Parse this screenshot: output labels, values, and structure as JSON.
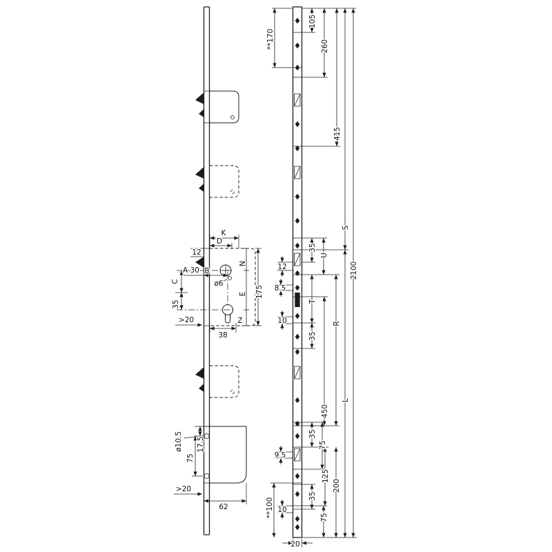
{
  "colors": {
    "ink": "#1c1c1c",
    "background": "#ffffff"
  },
  "labels": {
    "edge": {
      "k": "K",
      "d": "D",
      "t12": "12",
      "b": "B",
      "a30": "A 30",
      "c": "C",
      "dia6": "ø6",
      "n": "N",
      "e": "E",
      "z": "Z",
      "h175": "175",
      "v35": "35",
      "gt20": ">20",
      "w38": "38",
      "dia10_5": "ø10.5",
      "v17_5": "17.5",
      "v75": "75",
      "gt20b": ">20",
      "w62": "62"
    },
    "face": {
      "v105": "105",
      "v260": "260",
      "v415": "415",
      "s": "S",
      "total": "2100",
      "star170": "**170",
      "star100": "**100",
      "v35a": "35",
      "u": "U",
      "t12": "12",
      "t8_5": "8.5",
      "t": "T",
      "t10": "10",
      "r": "R",
      "v35b": "35",
      "l": "L",
      "v450": "450",
      "v35c": "35",
      "v75a": "75",
      "t9_5": "9.5",
      "v125": "125",
      "v200": "200",
      "v35d": "35",
      "t10b": "10",
      "v75b": "75",
      "w20": "20"
    }
  }
}
